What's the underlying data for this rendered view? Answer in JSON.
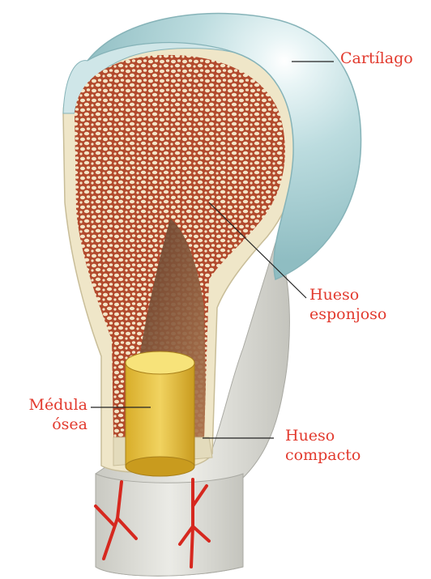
{
  "labels": {
    "cartilage": "Cartílago",
    "spongy_bone": [
      "Hueso",
      "esponjoso"
    ],
    "bone_marrow": [
      "Médula",
      "ósea"
    ],
    "compact_bone": [
      "Hueso",
      "compacto"
    ]
  },
  "colors": {
    "label_text": "#e23a2e",
    "cartilage": "#b9d9dc",
    "cartilage_highlight": "#eef7f8",
    "compact_bone": "#dcdcd6",
    "compact_bone_shadow": "#b7b7b0",
    "spongy_bone_fill": "#a6432a",
    "spongy_bone_base": "#f3e6cf",
    "marrow_cavity": "#8a5a40",
    "marrow": "#e7c44a",
    "blood_vessel": "#d6281f",
    "leader_line": "#222222"
  }
}
